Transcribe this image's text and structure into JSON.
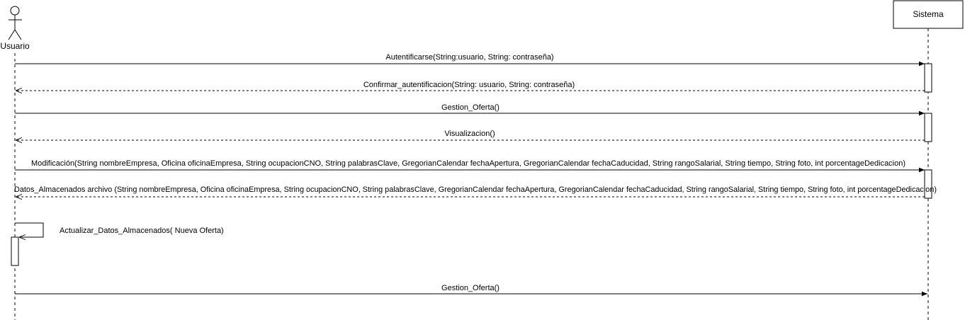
{
  "actor": {
    "name": "Usuario",
    "icon": "stick-figure-actor-icon"
  },
  "system": {
    "name": "Sistema"
  },
  "messages": [
    {
      "id": "msg-1",
      "kind": "sync",
      "label": "Autentificarse(String:usuario, String: contraseña)"
    },
    {
      "id": "msg-2",
      "kind": "return",
      "label": "Confirmar_autentificacion(String: usuario, String: contraseña)"
    },
    {
      "id": "msg-3",
      "kind": "sync",
      "label": "Gestion_Oferta()"
    },
    {
      "id": "msg-4",
      "kind": "return",
      "label": "Visualizacion()"
    },
    {
      "id": "msg-5",
      "kind": "sync",
      "label": "Modificación(String nombreEmpresa, Oficina oficinaEmpresa, String ocupacionCNO, String palabrasClave, GregorianCalendar fechaApertura, GregorianCalendar fechaCaducidad, String rangoSalarial, String tiempo, String foto, int porcentageDedicacion)"
    },
    {
      "id": "msg-6",
      "kind": "return",
      "label": "Datos_Almacenados archivo (String nombreEmpresa, Oficina oficinaEmpresa, String ocupacionCNO, String palabrasClave, GregorianCalendar fechaApertura, GregorianCalendar fechaCaducidad, String rangoSalarial, String tiempo, String foto, int porcentageDedicacion)"
    },
    {
      "id": "msg-7",
      "kind": "self",
      "label": "Actualizar_Datos_Almacenados( Nueva Oferta)"
    },
    {
      "id": "msg-8",
      "kind": "sync",
      "label": "Gestion_Oferta()"
    }
  ]
}
